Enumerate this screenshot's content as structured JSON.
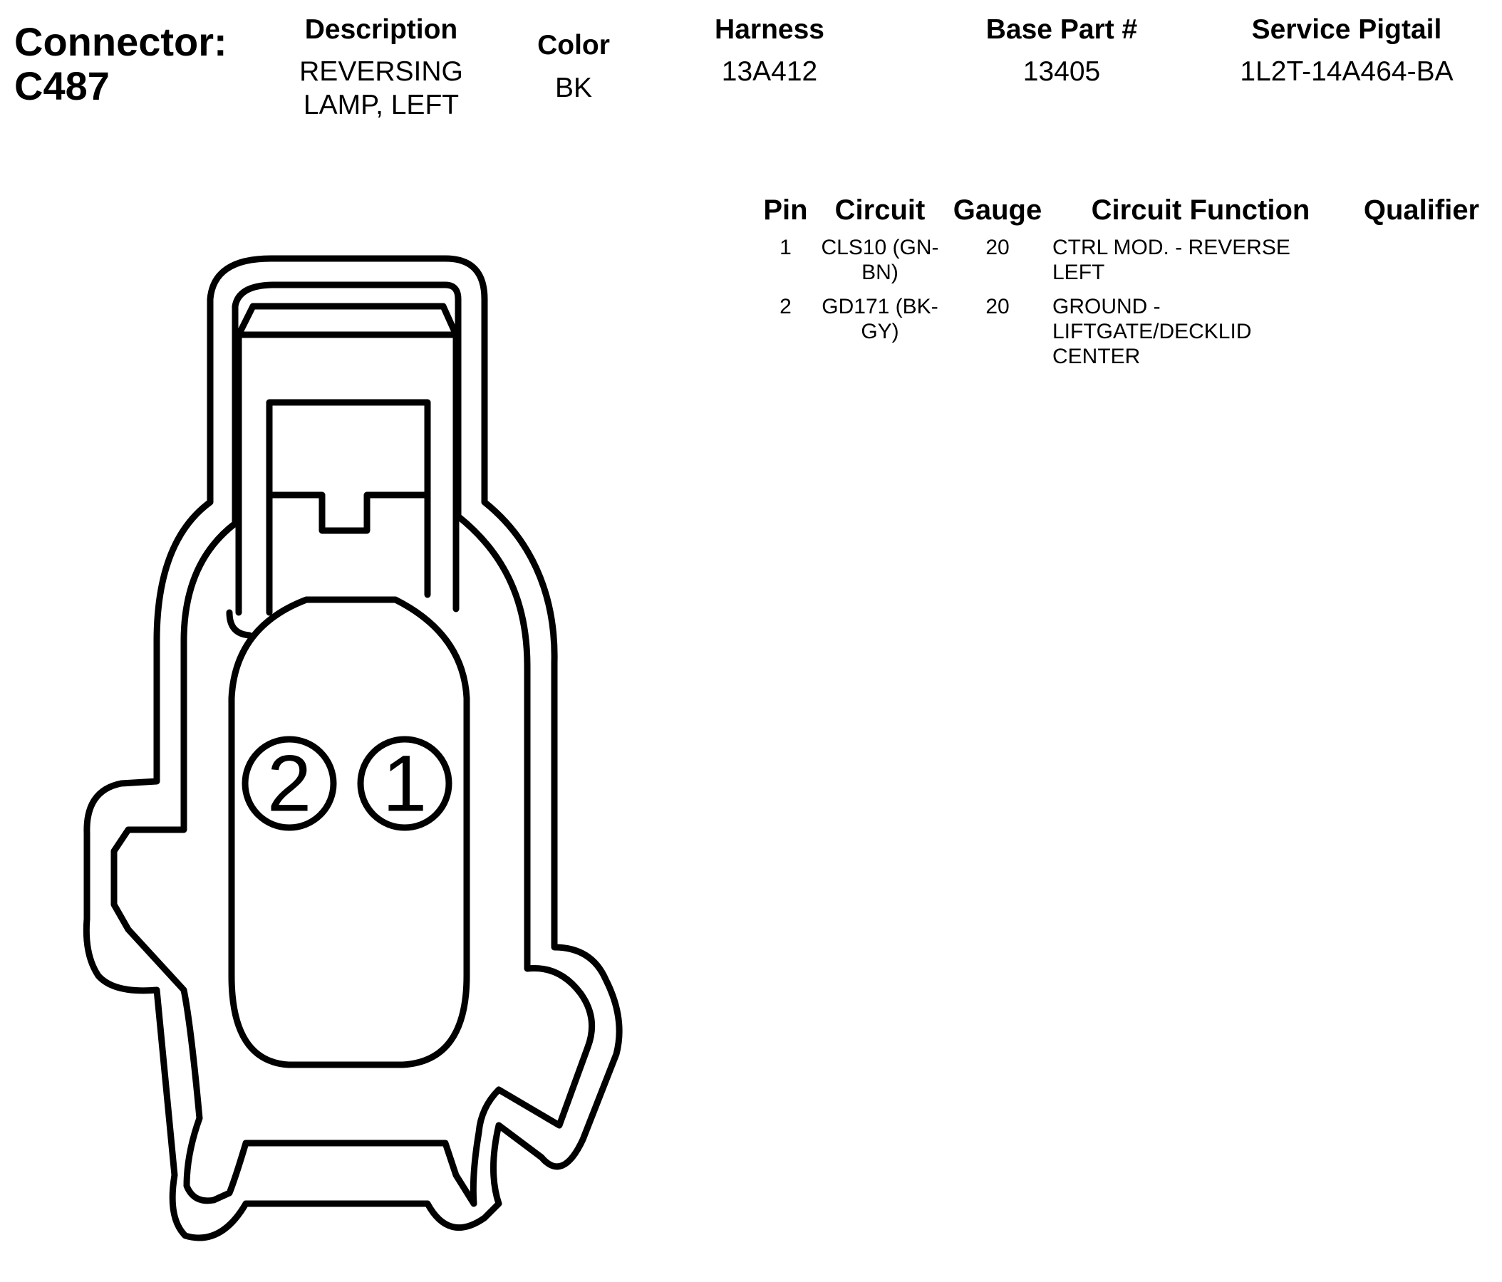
{
  "connector": {
    "label": "Connector:",
    "id": "C487"
  },
  "header": {
    "description_label": "Description",
    "description_line1": "REVERSING",
    "description_line2": "LAMP, LEFT",
    "color_label": "Color",
    "color_value": "BK",
    "harness_label": "Harness",
    "harness_value": "13A412",
    "base_part_label": "Base Part #",
    "base_part_value": "13405",
    "service_pigtail_label": "Service Pigtail",
    "service_pigtail_value": "1L2T-14A464-BA"
  },
  "pin_table": {
    "headers": {
      "pin": "Pin",
      "circuit": "Circuit",
      "gauge": "Gauge",
      "circuit_function": "Circuit Function",
      "qualifier": "Qualifier"
    },
    "rows": [
      {
        "pin": "1",
        "circuit_line1": "CLS10 (GN-",
        "circuit_line2": "BN)",
        "gauge": "20",
        "function_line1": "CTRL MOD. - REVERSE",
        "function_line2": "LEFT",
        "function_line3": ""
      },
      {
        "pin": "2",
        "circuit_line1": "GD171 (BK-",
        "circuit_line2": "GY)",
        "gauge": "20",
        "function_line1": "GROUND -",
        "function_line2": "LIFTGATE/DECKLID",
        "function_line3": "CENTER"
      }
    ]
  },
  "diagram": {
    "pin_labels": [
      "2",
      "1"
    ],
    "stroke_color": "#000000"
  }
}
